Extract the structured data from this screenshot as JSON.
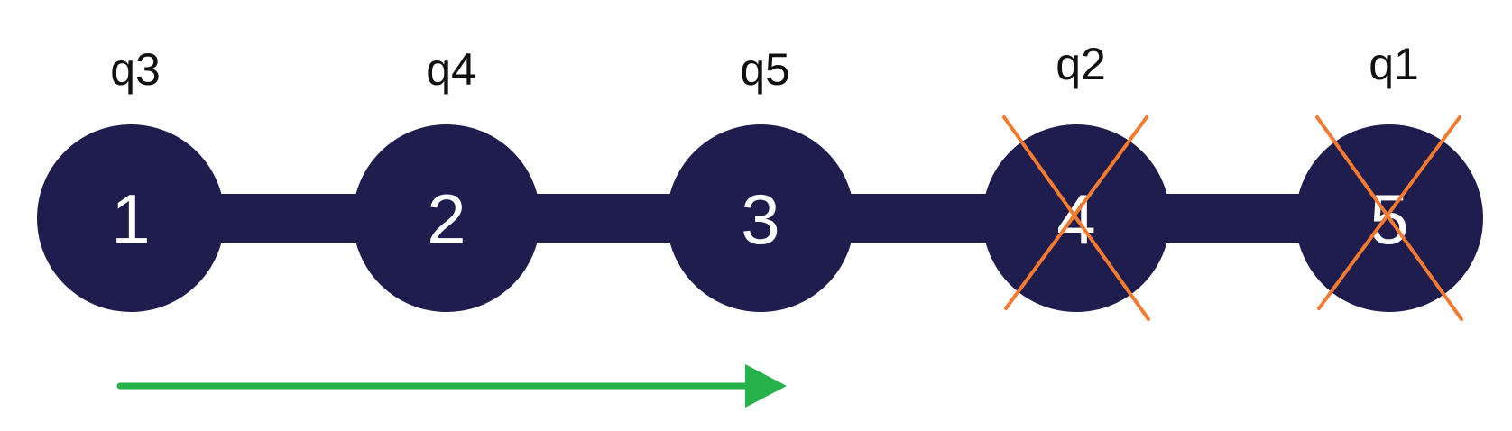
{
  "diagram": {
    "nodes": [
      {
        "number": "1",
        "label": "q3",
        "crossed": false
      },
      {
        "number": "2",
        "label": "q4",
        "crossed": false
      },
      {
        "number": "3",
        "label": "q5",
        "crossed": false
      },
      {
        "number": "4",
        "label": "q2",
        "crossed": true
      },
      {
        "number": "5",
        "label": "q1",
        "crossed": true
      }
    ],
    "colors": {
      "node_fill": "#1f1d4d",
      "node_text": "#ffffff",
      "link_fill": "#1f1d4d",
      "cross": "#f47a30",
      "arrow": "#25b24b",
      "label_text": "#111111"
    },
    "arrow": {
      "from_node": "1",
      "to_node": "3",
      "direction": "right"
    }
  }
}
